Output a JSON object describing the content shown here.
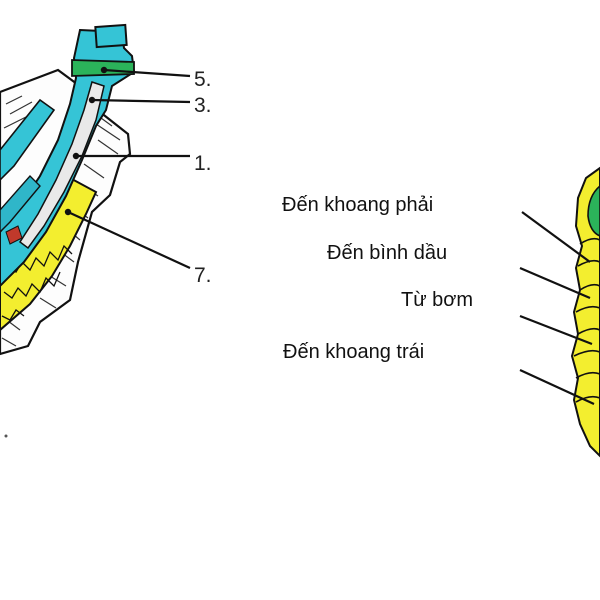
{
  "left_figure": {
    "callouts": [
      {
        "label": "5."
      },
      {
        "label": "3."
      },
      {
        "label": "1."
      },
      {
        "label": "7."
      }
    ]
  },
  "right_figure": {
    "port_labels": [
      {
        "label": "Đến khoang phải"
      },
      {
        "label": "Đến bình dầu"
      },
      {
        "label": "Từ bơm"
      },
      {
        "label": "Đến khoang trái"
      }
    ]
  },
  "colors": {
    "cyan": "#35c4d6",
    "cyan_dark": "#1f9fb3",
    "yellow": "#f3ee2f",
    "yellow_dark": "#c9c20f",
    "green": "#2bb35a",
    "housing": "#ffffff",
    "outline": "#111111",
    "red_detail": "#c0392b"
  }
}
